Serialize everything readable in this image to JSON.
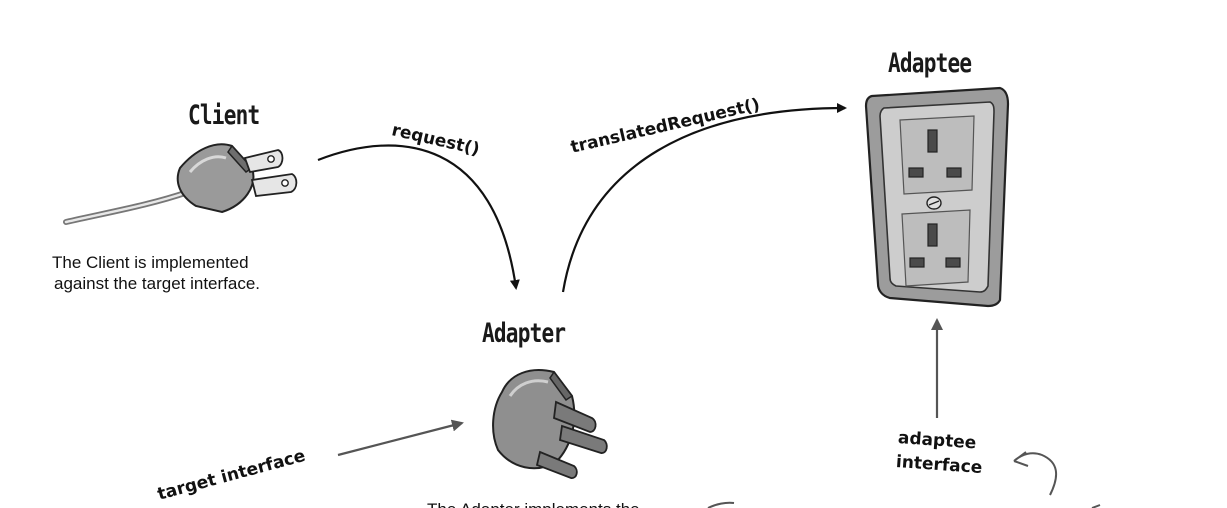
{
  "nodes": {
    "client": {
      "title": "Client",
      "note_lines": [
        "The Client is implemented",
        "against the target interface."
      ]
    },
    "adapter": {
      "title": "Adapter",
      "note_partial": "The Adapter implements the"
    },
    "adaptee": {
      "title": "Adaptee"
    }
  },
  "edges": {
    "request": "request()",
    "translated_request": "translatedRequest()"
  },
  "labels": {
    "target_interface": "target interface",
    "adaptee_interface_line1": "adaptee",
    "adaptee_interface_line2": "interface"
  },
  "icons": {
    "client": "plug-icon",
    "adapter": "adapter-plug-icon",
    "adaptee": "wall-socket-icon"
  },
  "colors": {
    "ink": "#111111",
    "arrow_gray": "#555555",
    "socket_face": "#c8c8c8"
  }
}
